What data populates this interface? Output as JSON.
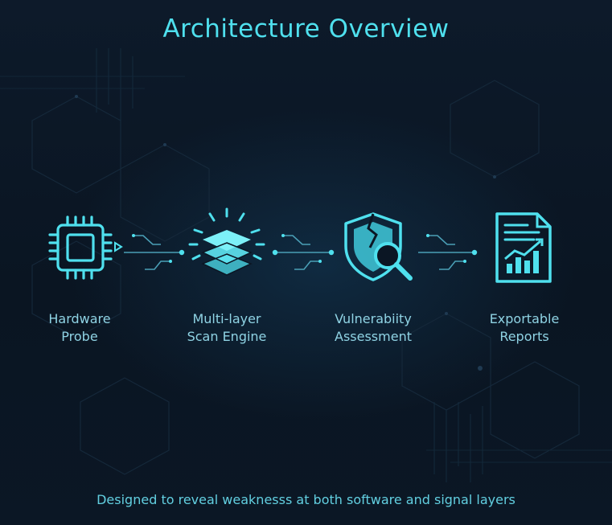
{
  "title": "Architecture Overview",
  "nodes": [
    {
      "icon": "microchip-icon",
      "line1": "Hardware",
      "line2": "Probe"
    },
    {
      "icon": "layers-stack-icon",
      "line1": "Multi-layer",
      "line2": "Scan Engine"
    },
    {
      "icon": "shield-search-icon",
      "line1": "Vulnerabiity",
      "line2": "Assessment"
    },
    {
      "icon": "report-chart-icon",
      "line1": "Exportable",
      "line2": "Reports"
    }
  ],
  "footer": "Designed to reveal weaknesss at both software and signal layers",
  "colors": {
    "accent": "#4fe0ee",
    "label": "#8fd3e4",
    "background": "#0b1624"
  }
}
